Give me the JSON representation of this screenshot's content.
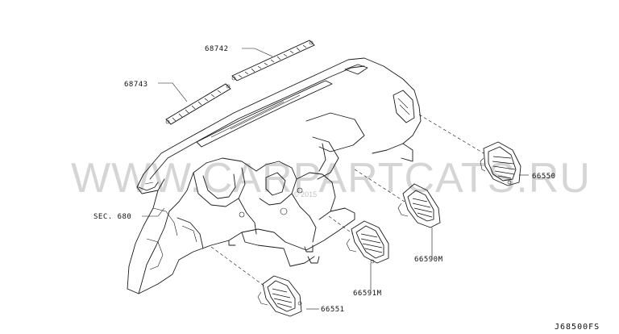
{
  "labels": {
    "p68742": "68742",
    "p68743": "68743",
    "sec680": "SEC. 680",
    "p66550": "66550",
    "p66590m": "66590M",
    "p66591m": "66591M",
    "p66551": "66551"
  },
  "diagram_code": "J68500FS",
  "watermark": {
    "text": "WWW.CARPARTCATS.RU",
    "small": "© 2015"
  }
}
